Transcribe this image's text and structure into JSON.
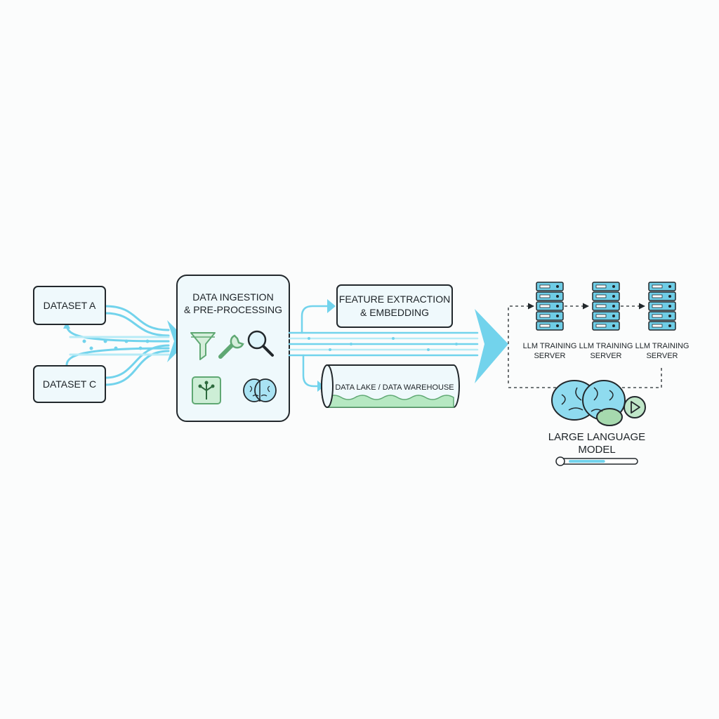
{
  "sources": {
    "dataset_a": "DATASET A",
    "dataset_c": "DATASET C"
  },
  "ingestion": {
    "line1": "DATA INGESTION",
    "line2": "& PRE-PROCESSING",
    "icons": [
      "funnel-icon",
      "wrench-icon",
      "magnifier-icon",
      "tree-chip-icon",
      "brain-icon"
    ]
  },
  "feature": {
    "line1": "FEATURE EXTRACTION",
    "line2": "& EMBEDDING"
  },
  "storage": {
    "label": "DATA LAKE / DATA WAREHOUSE"
  },
  "servers": [
    {
      "line1": "LLM TRAINING",
      "line2": "SERVER"
    },
    {
      "line1": "LLM TRAINING",
      "line2": "SERVER"
    },
    {
      "line1": "LLM TRAINING",
      "line2": "SERVER"
    }
  ],
  "model": {
    "line1": "LARGE LANGUAGE",
    "line2": "MODEL",
    "progress": 0.55,
    "icons": [
      "brain-icon",
      "play-icon"
    ]
  },
  "colors": {
    "flow": "#72d3ec",
    "flow_light": "#b7ebf6",
    "green": "#7cc08f",
    "green_fill": "#d5eedb",
    "server": "#6fcde6",
    "box_border": "#22282c",
    "box_fill": "#eff9fc"
  }
}
